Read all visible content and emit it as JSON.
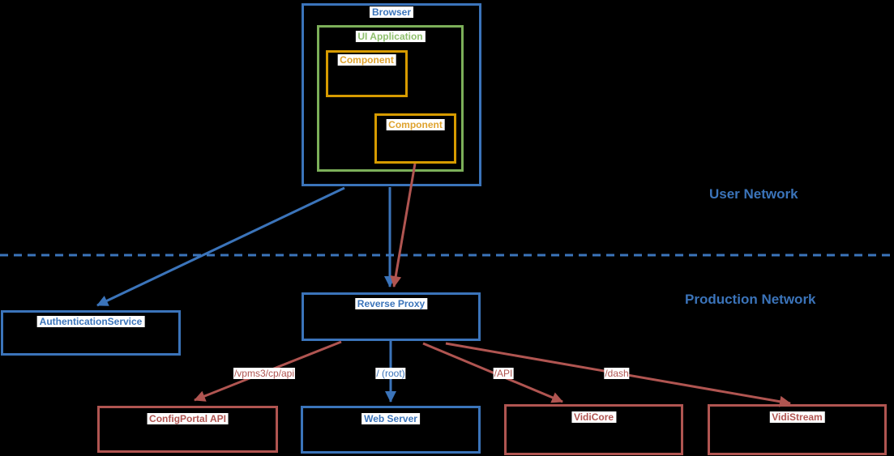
{
  "diagram": {
    "zones": {
      "user_network": "User Network",
      "production_network": "Production Network"
    },
    "nodes": {
      "browser": {
        "label": "Browser"
      },
      "ui_application": {
        "label": "UI Application"
      },
      "component_1": {
        "label": "Component"
      },
      "component_2": {
        "label": "Component"
      },
      "authentication_service": {
        "label": "AuthenticationService"
      },
      "reverse_proxy": {
        "label": "Reverse Proxy"
      },
      "configportal_api": {
        "label": "ConfigPortal API"
      },
      "web_server": {
        "label": "Web Server"
      },
      "vidicore": {
        "label": "VidiCore"
      },
      "vidistream": {
        "label": "VidiStream"
      }
    },
    "edges": [
      {
        "from": "browser",
        "to": "authentication_service",
        "color": "blue",
        "label": ""
      },
      {
        "from": "browser",
        "to": "reverse_proxy",
        "color": "blue",
        "label": ""
      },
      {
        "from": "component_2",
        "to": "reverse_proxy",
        "color": "red",
        "label": ""
      },
      {
        "from": "reverse_proxy",
        "to": "configportal_api",
        "color": "red",
        "label": "/vpms3/cp/api"
      },
      {
        "from": "reverse_proxy",
        "to": "web_server",
        "color": "blue",
        "label": "/ (root)"
      },
      {
        "from": "reverse_proxy",
        "to": "vidicore",
        "color": "red",
        "label": "/API"
      },
      {
        "from": "reverse_proxy",
        "to": "vidistream",
        "color": "red",
        "label": "/dash"
      }
    ],
    "colors": {
      "blue": "#3B74BA",
      "red": "#B05551",
      "green": "#7CAF59",
      "green_text": "#8FC06E",
      "orange": "#D79B00",
      "orange_text": "#DFA32F",
      "background": "#000000",
      "label_bg": "#FFFFFF"
    }
  }
}
